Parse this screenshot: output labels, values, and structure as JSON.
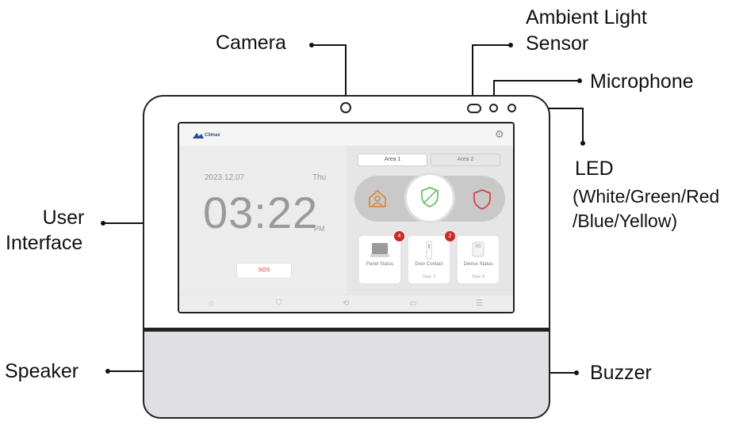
{
  "labels": {
    "camera": "Camera",
    "ambient_light_sensor": [
      "Ambient Light",
      "Sensor"
    ],
    "microphone": "Microphone",
    "led": "LED",
    "led_colors": [
      "(White/Green/Red",
      "/Blue/Yellow)"
    ],
    "user_interface": [
      "User",
      "Interface"
    ],
    "speaker": "Speaker",
    "buzzer": "Buzzer"
  },
  "screen": {
    "brand": "Climax",
    "date": "2023.12.07",
    "day": "Thu",
    "time": "03:22",
    "ampm": "PM",
    "sos": "SOS",
    "tabs": [
      "Area 1",
      "Area 2"
    ],
    "cards": [
      {
        "label": "Panel Status",
        "badge": "4",
        "total": ""
      },
      {
        "label": "Door Contact",
        "badge": "2",
        "total": "Total: 2"
      },
      {
        "label": "Device Status",
        "badge": "",
        "total": "Total: 8"
      }
    ],
    "icons": [
      "gear-icon",
      "home-person-icon",
      "shield-check-icon",
      "shield-icon",
      "home-icon",
      "shield-small-icon",
      "history-icon",
      "camera-icon",
      "list-icon"
    ],
    "colors": {
      "away_icon": "#d98a3a",
      "arm_icon": "#6bbf6b",
      "disarm_icon": "#d44747",
      "badge": "#c72a2a"
    }
  }
}
